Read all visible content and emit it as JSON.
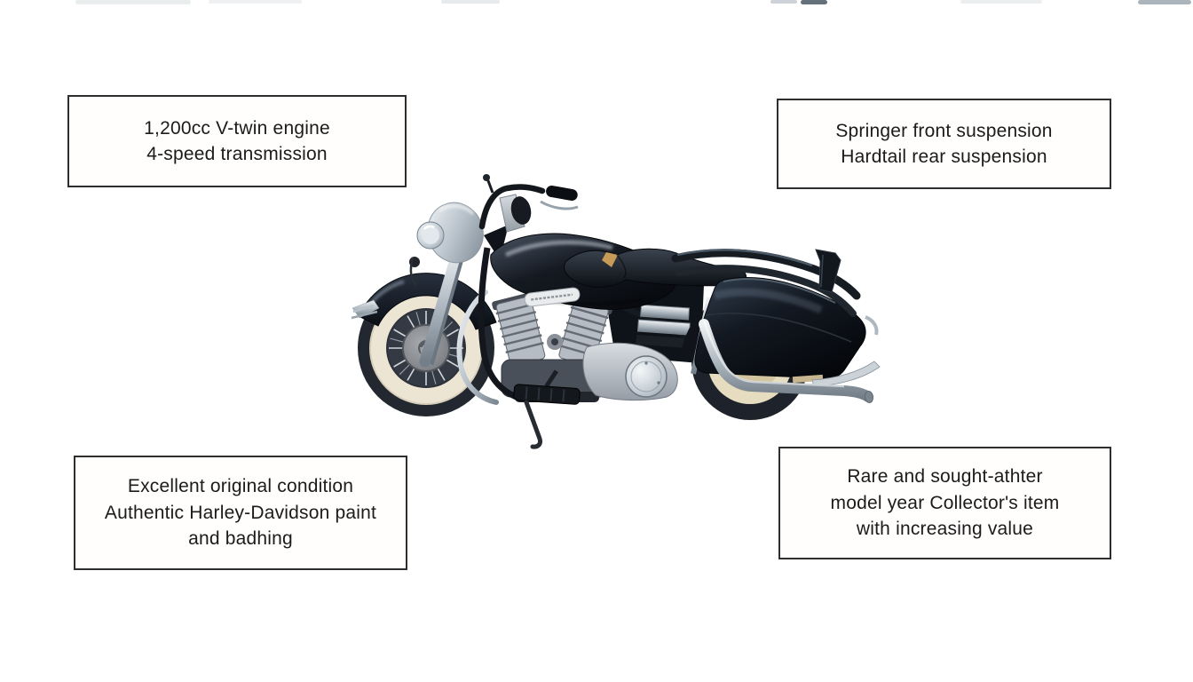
{
  "page": {
    "background_color": "#ffffff"
  },
  "annotations": {
    "top_left": {
      "lines": [
        "1,200cc V-twin engine",
        "4-speed transmission"
      ]
    },
    "top_right": {
      "lines": [
        "Springer front suspension",
        "Hardtail rear suspension"
      ]
    },
    "bottom_left": {
      "lines": [
        "Excellent original condition",
        "Authentic Harley-Davidson paint",
        "and badhing"
      ]
    },
    "bottom_right": {
      "lines": [
        "Rare and sought-athter",
        "model year Collector's item",
        "with increasing value"
      ]
    }
  },
  "image": {
    "alt": "Black vintage Harley-Davidson touring motorcycle with whitewall spoked tires, chrome springer front end, V-twin engine and black saddlebags, left side view on white background"
  },
  "colors": {
    "text": "#1b1b1b",
    "box_border": "#2e2e2e",
    "bike_black": "#10151c",
    "chrome": "#c6ced5",
    "whitewall": "#ece5d4",
    "seat_tan_accent": "#c79a58"
  }
}
